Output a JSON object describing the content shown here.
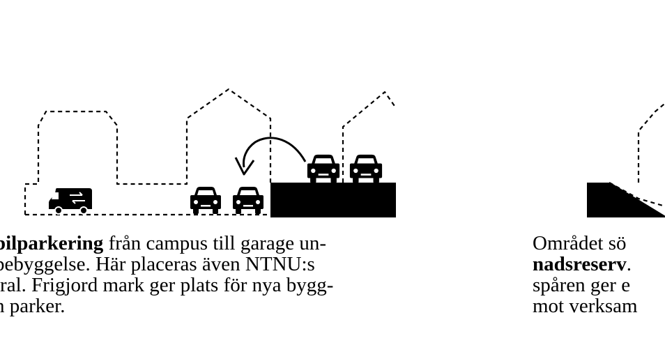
{
  "caption_left": {
    "line1_bold": "bilparkering",
    "line1_rest": " från campus till garage un-",
    "line2": "bebyggelse. Här placeras även NTNU:s",
    "line3": "tral. Frigjord mark ger plats för nya bygg-",
    "line4": "h parker."
  },
  "caption_right": {
    "line1": "Området sö",
    "line2_bold": "nadsreserv",
    "line2_rest": ".",
    "line3": "spåren ger e",
    "line4": "mot verksam"
  },
  "icons": {
    "delivery_van": "delivery-van-icon",
    "car": "car-icon",
    "arrow": "curved-arrow-icon"
  },
  "colors": {
    "ink": "#000000",
    "background": "#ffffff"
  }
}
